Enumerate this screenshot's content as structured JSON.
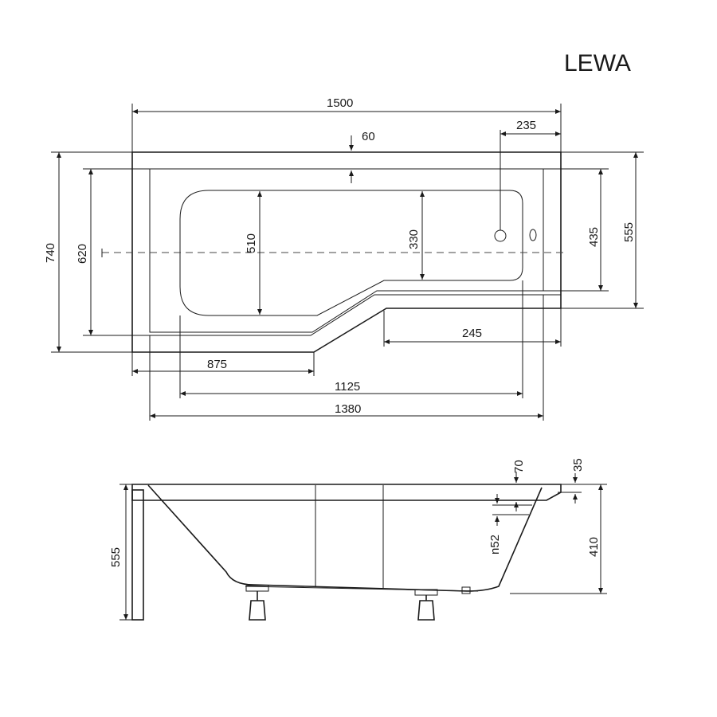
{
  "title": "LEWA",
  "top_view": {
    "dims": {
      "overall_length": "1500",
      "rim_width": "60",
      "drain_offset": "235",
      "overall_width": "740",
      "inner_width": "620",
      "basin_width": "510",
      "narrow_basin_width": "330",
      "right_inner_width": "435",
      "right_overall_width": "555",
      "front_offset": "245",
      "left_front_length": "875",
      "basin_length": "1125",
      "inner_length": "1380"
    }
  },
  "side_view": {
    "dims": {
      "rim_70": "70",
      "rim_35": "35",
      "height_total": "555",
      "depth": "410",
      "overflow": "n52"
    }
  }
}
